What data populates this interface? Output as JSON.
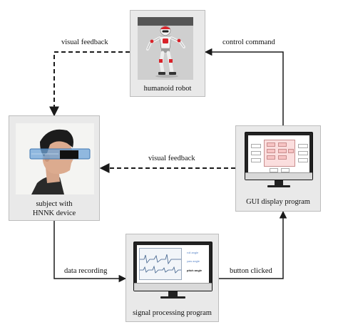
{
  "nodes": {
    "robot": {
      "caption": "humanoid robot"
    },
    "subject": {
      "caption_line1": "subject with",
      "caption_line2": "HNNK device"
    },
    "gui": {
      "caption": "GUI display program"
    },
    "signal": {
      "caption": "signal processing program"
    }
  },
  "edges": {
    "visual_feedback_top": "visual feedback",
    "control_command": "control command",
    "visual_feedback_mid": "visual feedback",
    "data_recording": "data recording",
    "button_clicked": "button clicked"
  },
  "signal_screen": {
    "legend": [
      "roll angle",
      "yaw angle",
      "pitch angle"
    ]
  },
  "colors": {
    "box_bg": "#e9e9e9",
    "arrow": "#1a1a1a",
    "gui_panel": "#f7c3c3",
    "signal_wave": "#3d5f8a"
  }
}
